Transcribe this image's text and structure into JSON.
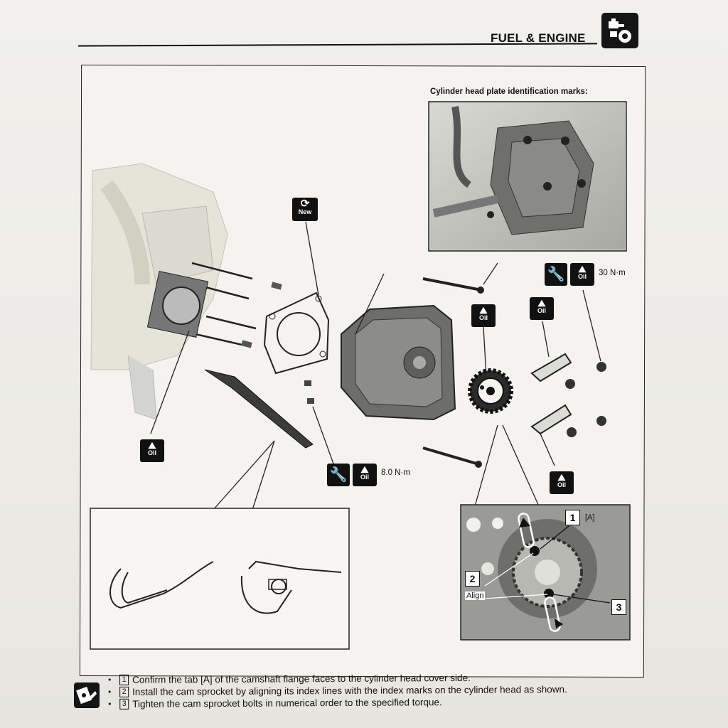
{
  "header": {
    "title": "FUEL & ENGINE"
  },
  "figure": {
    "plate_caption": "Cylinder head plate identification marks:",
    "badges": {
      "new": "New",
      "oil": "Oil"
    },
    "torques": {
      "upper": "30 N·m",
      "lower": "8.0 N·m"
    },
    "detail": {
      "tab_marker": "[A]",
      "align_label": "Align",
      "callouts": [
        "1",
        "2",
        "3"
      ]
    }
  },
  "notes": {
    "items": [
      {
        "num": "1",
        "text": "Confirm the tab [A] of the camshaft flange faces to the cylinder head cover side."
      },
      {
        "num": "2",
        "text": "Install the cam sprocket by aligning its index lines with the index marks on the cylinder head as shown."
      },
      {
        "num": "3",
        "text": "Tighten the cam sprocket bolts in numerical order to the specified torque."
      }
    ]
  },
  "icons": {
    "section": "engine-section-icon",
    "wrench": "wrench-icon",
    "oil": "oil-can-icon",
    "new": "replace-new-icon",
    "note": "service-note-icon"
  }
}
